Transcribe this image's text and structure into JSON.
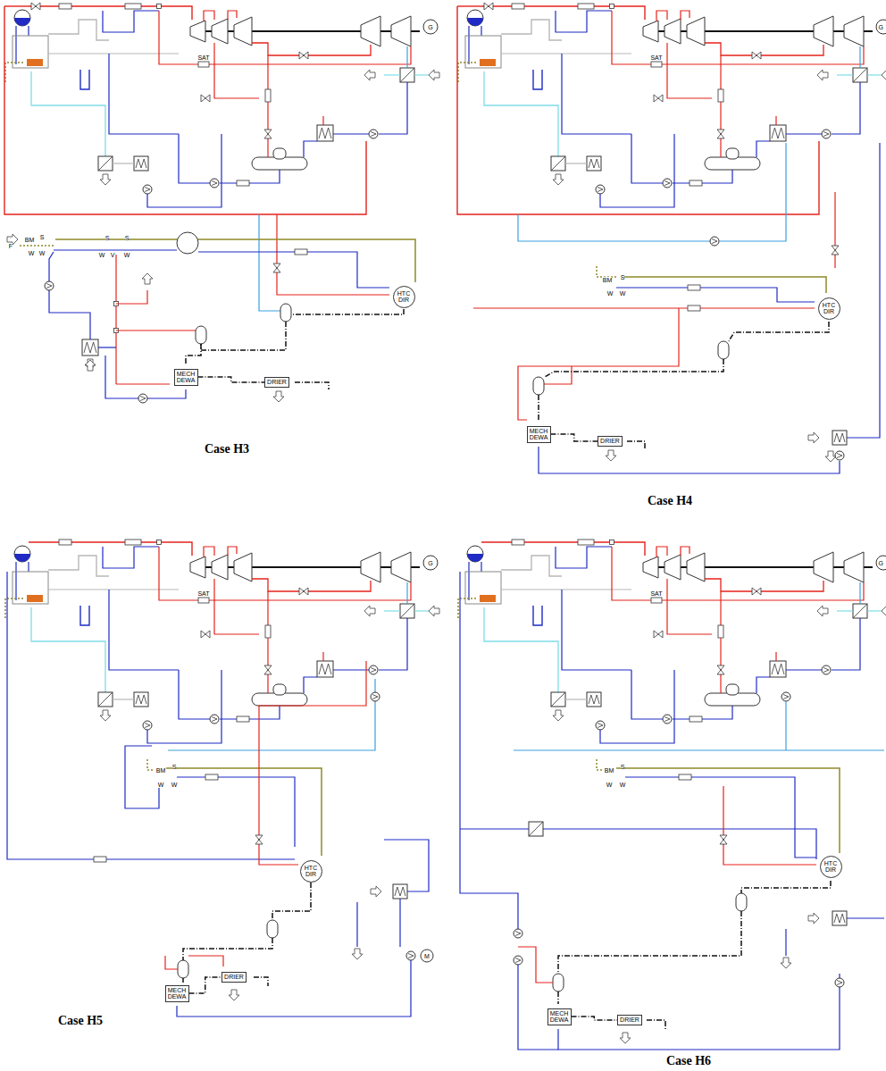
{
  "diagram": {
    "nodes": [
      {
        "text": [
          "HTC DIR"
        ]
      },
      {
        "text": [
          "MECH DEWA"
        ]
      },
      {
        "text": [
          "DRIER"
        ]
      },
      {
        "text": [
          "HTC DIR"
        ]
      },
      {
        "text": [
          "MECH DEWA"
        ]
      },
      {
        "text": [
          "DRIER"
        ]
      },
      {
        "text": [
          "HTC DIR"
        ]
      },
      {
        "text": [
          "MECH DEWA"
        ]
      },
      {
        "text": [
          "DRIER"
        ]
      },
      {
        "text": [
          "HTC DIR"
        ]
      },
      {
        "text": [
          "MECH DEWA"
        ]
      },
      {
        "text": [
          "DRIER"
        ]
      }
    ],
    "edges": [
      {
        "from": 1,
        "to": 2,
        "arrow": "none"
      },
      {
        "from": 4,
        "to": 5,
        "arrow": "none"
      },
      {
        "from": 7,
        "to": 8,
        "arrow": "none"
      },
      {
        "from": 10,
        "to": 11,
        "arrow": "none"
      }
    ],
    "labels": [
      "Case H3",
      "Case H4",
      "Case H5",
      "Case H6",
      "G",
      "SAT",
      "F",
      "BM",
      "S",
      "W",
      "W",
      "S",
      "W",
      "V",
      "S",
      "W",
      "G",
      "SAT",
      "BM",
      "S",
      "W",
      "W",
      "G",
      "SAT",
      "BM",
      "S",
      "W",
      "W",
      "M",
      "G",
      "SAT",
      "BM",
      "S",
      "W",
      "W"
    ]
  }
}
